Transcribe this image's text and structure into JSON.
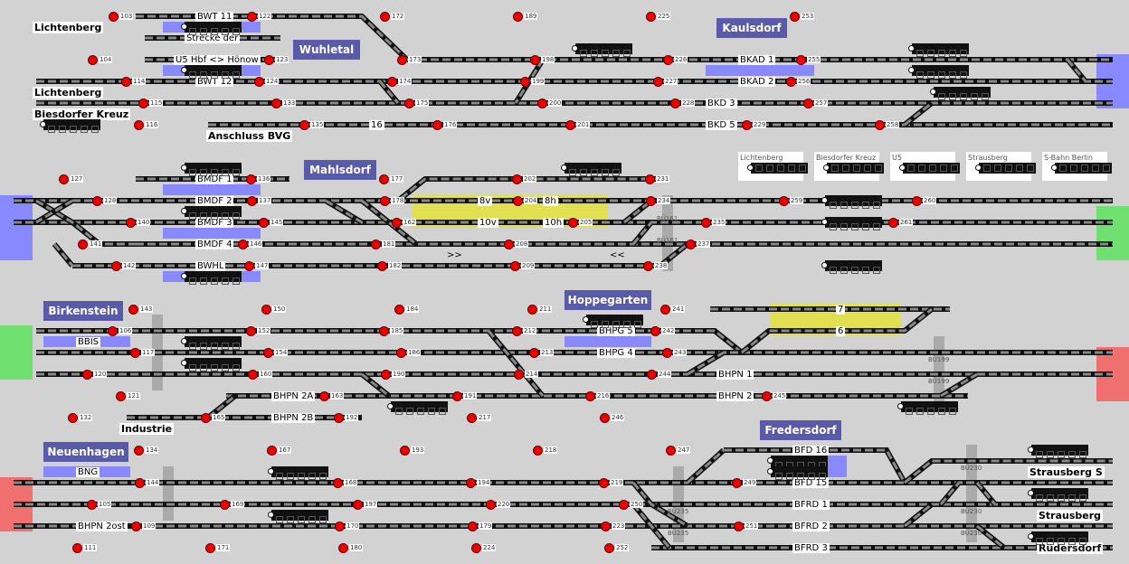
{
  "stations": [
    "Wuhletal",
    "Kaulsdorf",
    "Mahlsdorf",
    "Hoppegarten",
    "Birkenstein",
    "Neuenhagen",
    "Fredersdorf"
  ],
  "places": [
    "Lichtenberg",
    "Lichtenberg",
    "Biesdorfer Kreuz",
    "Anschluss BVG",
    "Industrie",
    "Strausberg S",
    "Strausberg",
    "Rüdersdorf"
  ],
  "track_labels": [
    "BWT 11",
    "Strecke der",
    "U5 Hbf <> Hönow",
    "BWT 12",
    "16",
    "BKAD 1",
    "BKAD 2",
    "BKD 3",
    "BKD 5",
    "BMDF 1",
    "BMDF 2",
    "BMDF 3",
    "BMDF 4",
    "BWHL",
    "8v",
    "8h",
    "10v",
    "10h",
    ">>",
    "<<",
    "BBIS",
    "BHPG 5",
    "BHPG 4",
    "BHPN 1",
    "BHPN 2",
    "BHPN 2A",
    "BHPN 2B",
    "7",
    "6",
    "BNG",
    "BHPN 2ost",
    "BFD 16",
    "BFD 15",
    "BFRD 1",
    "BFRD 2",
    "BFRD 3"
  ],
  "legend": [
    "Lichtenberg",
    "Biesdorfer Kreuz",
    "U5",
    "Strausberg",
    "S-Bahn Berlin"
  ],
  "signals": [
    "103",
    "104",
    "114",
    "115",
    "116",
    "127",
    "128",
    "140",
    "141",
    "142",
    "143",
    "106",
    "117",
    "120",
    "121",
    "132",
    "134",
    "144",
    "105",
    "109",
    "111",
    "122",
    "123",
    "124",
    "133",
    "135",
    "136",
    "137",
    "145",
    "146",
    "147",
    "150",
    "152",
    "154",
    "160",
    "163",
    "165",
    "167",
    "168",
    "169",
    "170",
    "171",
    "172",
    "173",
    "174",
    "175",
    "176",
    "177",
    "178",
    "162",
    "181",
    "182",
    "184",
    "185",
    "186",
    "190",
    "191",
    "192",
    "193",
    "194",
    "197",
    "179",
    "180",
    "189",
    "198",
    "199",
    "200",
    "201",
    "202",
    "204",
    "205",
    "208",
    "209",
    "211",
    "212",
    "213",
    "214",
    "216",
    "217",
    "218",
    "219",
    "220",
    "223",
    "224",
    "225",
    "226",
    "227",
    "228",
    "229",
    "231",
    "234",
    "235",
    "237",
    "238",
    "241",
    "242",
    "243",
    "244",
    "245",
    "246",
    "247",
    "249",
    "250",
    "251",
    "252",
    "253",
    "255",
    "256",
    "257",
    "258",
    "259",
    "260",
    "261"
  ],
  "block_labels": [
    "BÜ161",
    "BÜ161",
    "BÜ199",
    "BÜ199",
    "BÜ235",
    "BÜ235",
    "BÜ230",
    "BÜ230",
    "BÜ230"
  ],
  "colors": {
    "background": "#d2d2d2",
    "station": "#5a5aaa",
    "occupied": "#e0e050",
    "signal_red": "#e00000",
    "signal_green": "#1a6a1a",
    "zone_blue": "#8888ff",
    "zone_green": "#70e070",
    "zone_red": "#f07070"
  }
}
